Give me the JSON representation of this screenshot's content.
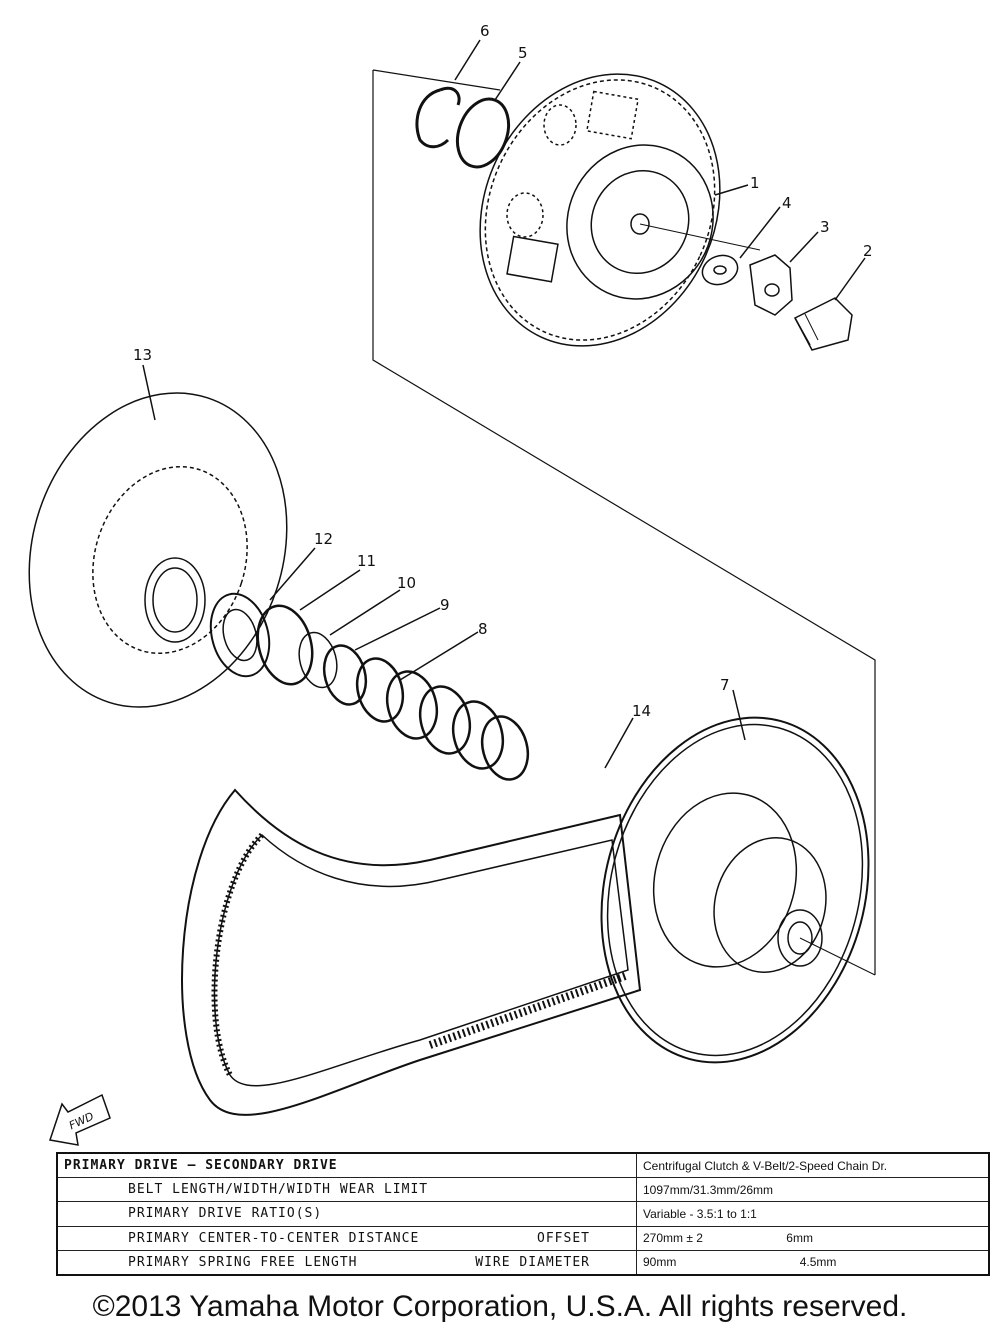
{
  "callouts": [
    "1",
    "2",
    "3",
    "4",
    "5",
    "6",
    "7",
    "8",
    "9",
    "10",
    "11",
    "12",
    "13",
    "14"
  ],
  "fwd_label": "FWD",
  "spec_table": {
    "header": "PRIMARY DRIVE – SECONDARY DRIVE",
    "header_value": "Centrifugal Clutch & V-Belt/2-Speed Chain Dr.",
    "rows": [
      {
        "label": "BELT LENGTH/WIDTH/WIDTH WEAR LIMIT",
        "label_b": "",
        "value": "1097mm/31.3mm/26mm",
        "value_b": ""
      },
      {
        "label": "PRIMARY DRIVE RATIO(S)",
        "label_b": "",
        "value": "Variable - 3.5:1 to 1:1",
        "value_b": ""
      },
      {
        "label": "PRIMARY CENTER-TO-CENTER DISTANCE",
        "label_b": "OFFSET",
        "value": "270mm ± 2",
        "value_b": "6mm"
      },
      {
        "label": "PRIMARY SPRING FREE LENGTH",
        "label_b": "WIRE DIAMETER",
        "value": "90mm",
        "value_b": "4.5mm"
      }
    ]
  },
  "copyright": "©2013 Yamaha Motor Corporation, U.S.A. All rights reserved."
}
